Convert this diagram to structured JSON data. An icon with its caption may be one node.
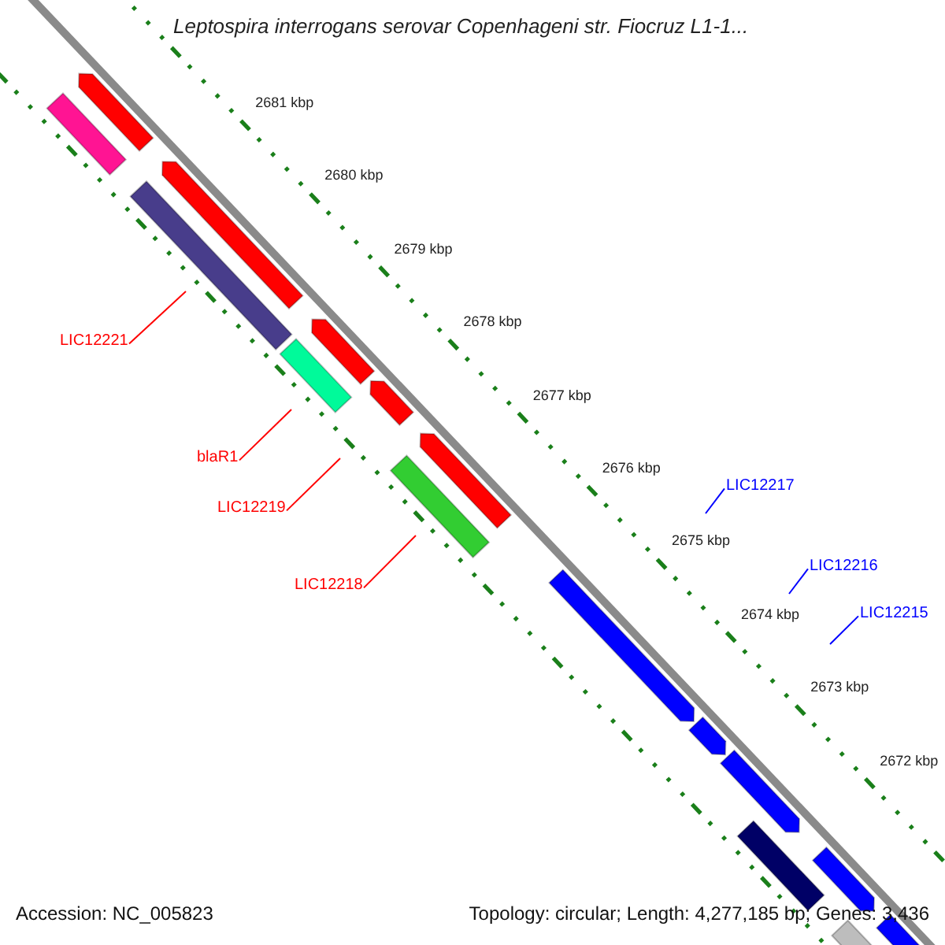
{
  "diagram": {
    "title": "Leptospira interrogans serovar Copenhageni str. Fiocruz L1-1...",
    "nodes": [
      {
        "text": [
          "LIC12221"
        ]
      },
      {
        "text": [
          "blaR1"
        ]
      },
      {
        "text": [
          "LIC12219"
        ]
      },
      {
        "text": [
          "LIC12218"
        ]
      },
      {
        "text": [
          "LIC12217"
        ]
      },
      {
        "text": [
          "LIC12216"
        ]
      },
      {
        "text": [
          "LIC12215"
        ]
      }
    ],
    "edges": [
      {
        "from": 0,
        "to": null,
        "arrow": "none"
      },
      {
        "from": 1,
        "to": null,
        "arrow": "none"
      },
      {
        "from": 2,
        "to": null,
        "arrow": "none"
      },
      {
        "from": 3,
        "to": null,
        "arrow": "none"
      },
      {
        "from": 4,
        "to": null,
        "arrow": "none",
        "color": "#0000ff"
      },
      {
        "from": 5,
        "to": null,
        "arrow": "none",
        "color": "#0000ff"
      },
      {
        "from": 6,
        "to": null,
        "arrow": "none",
        "color": "#0000ff"
      }
    ],
    "labels": [
      "2681 kbp",
      "2680 kbp",
      "2679 kbp",
      "2678 kbp",
      "2677 kbp",
      "2676 kbp",
      "2675 kbp",
      "2674 kbp",
      "2673 kbp",
      "2672 kbp",
      "Accession: NC_005823",
      "Topology: circular; Length: 4,277,185 bp; Genes: 3,436"
    ]
  }
}
